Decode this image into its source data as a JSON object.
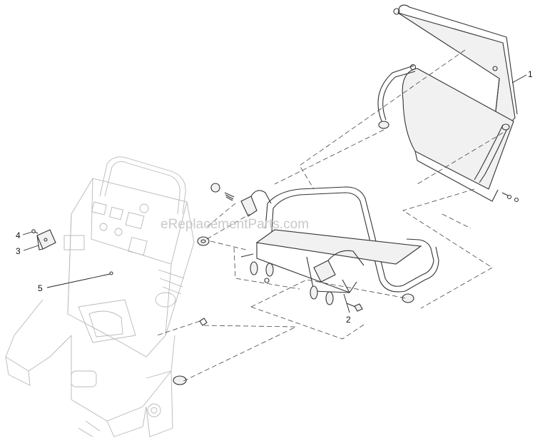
{
  "diagram": {
    "watermark": "eReplacementParts.com",
    "callouts": [
      {
        "id": "1",
        "label": "1"
      },
      {
        "id": "2",
        "label": "2"
      },
      {
        "id": "3",
        "label": "3"
      },
      {
        "id": "4",
        "label": "4"
      },
      {
        "id": "5",
        "label": "5"
      }
    ]
  }
}
